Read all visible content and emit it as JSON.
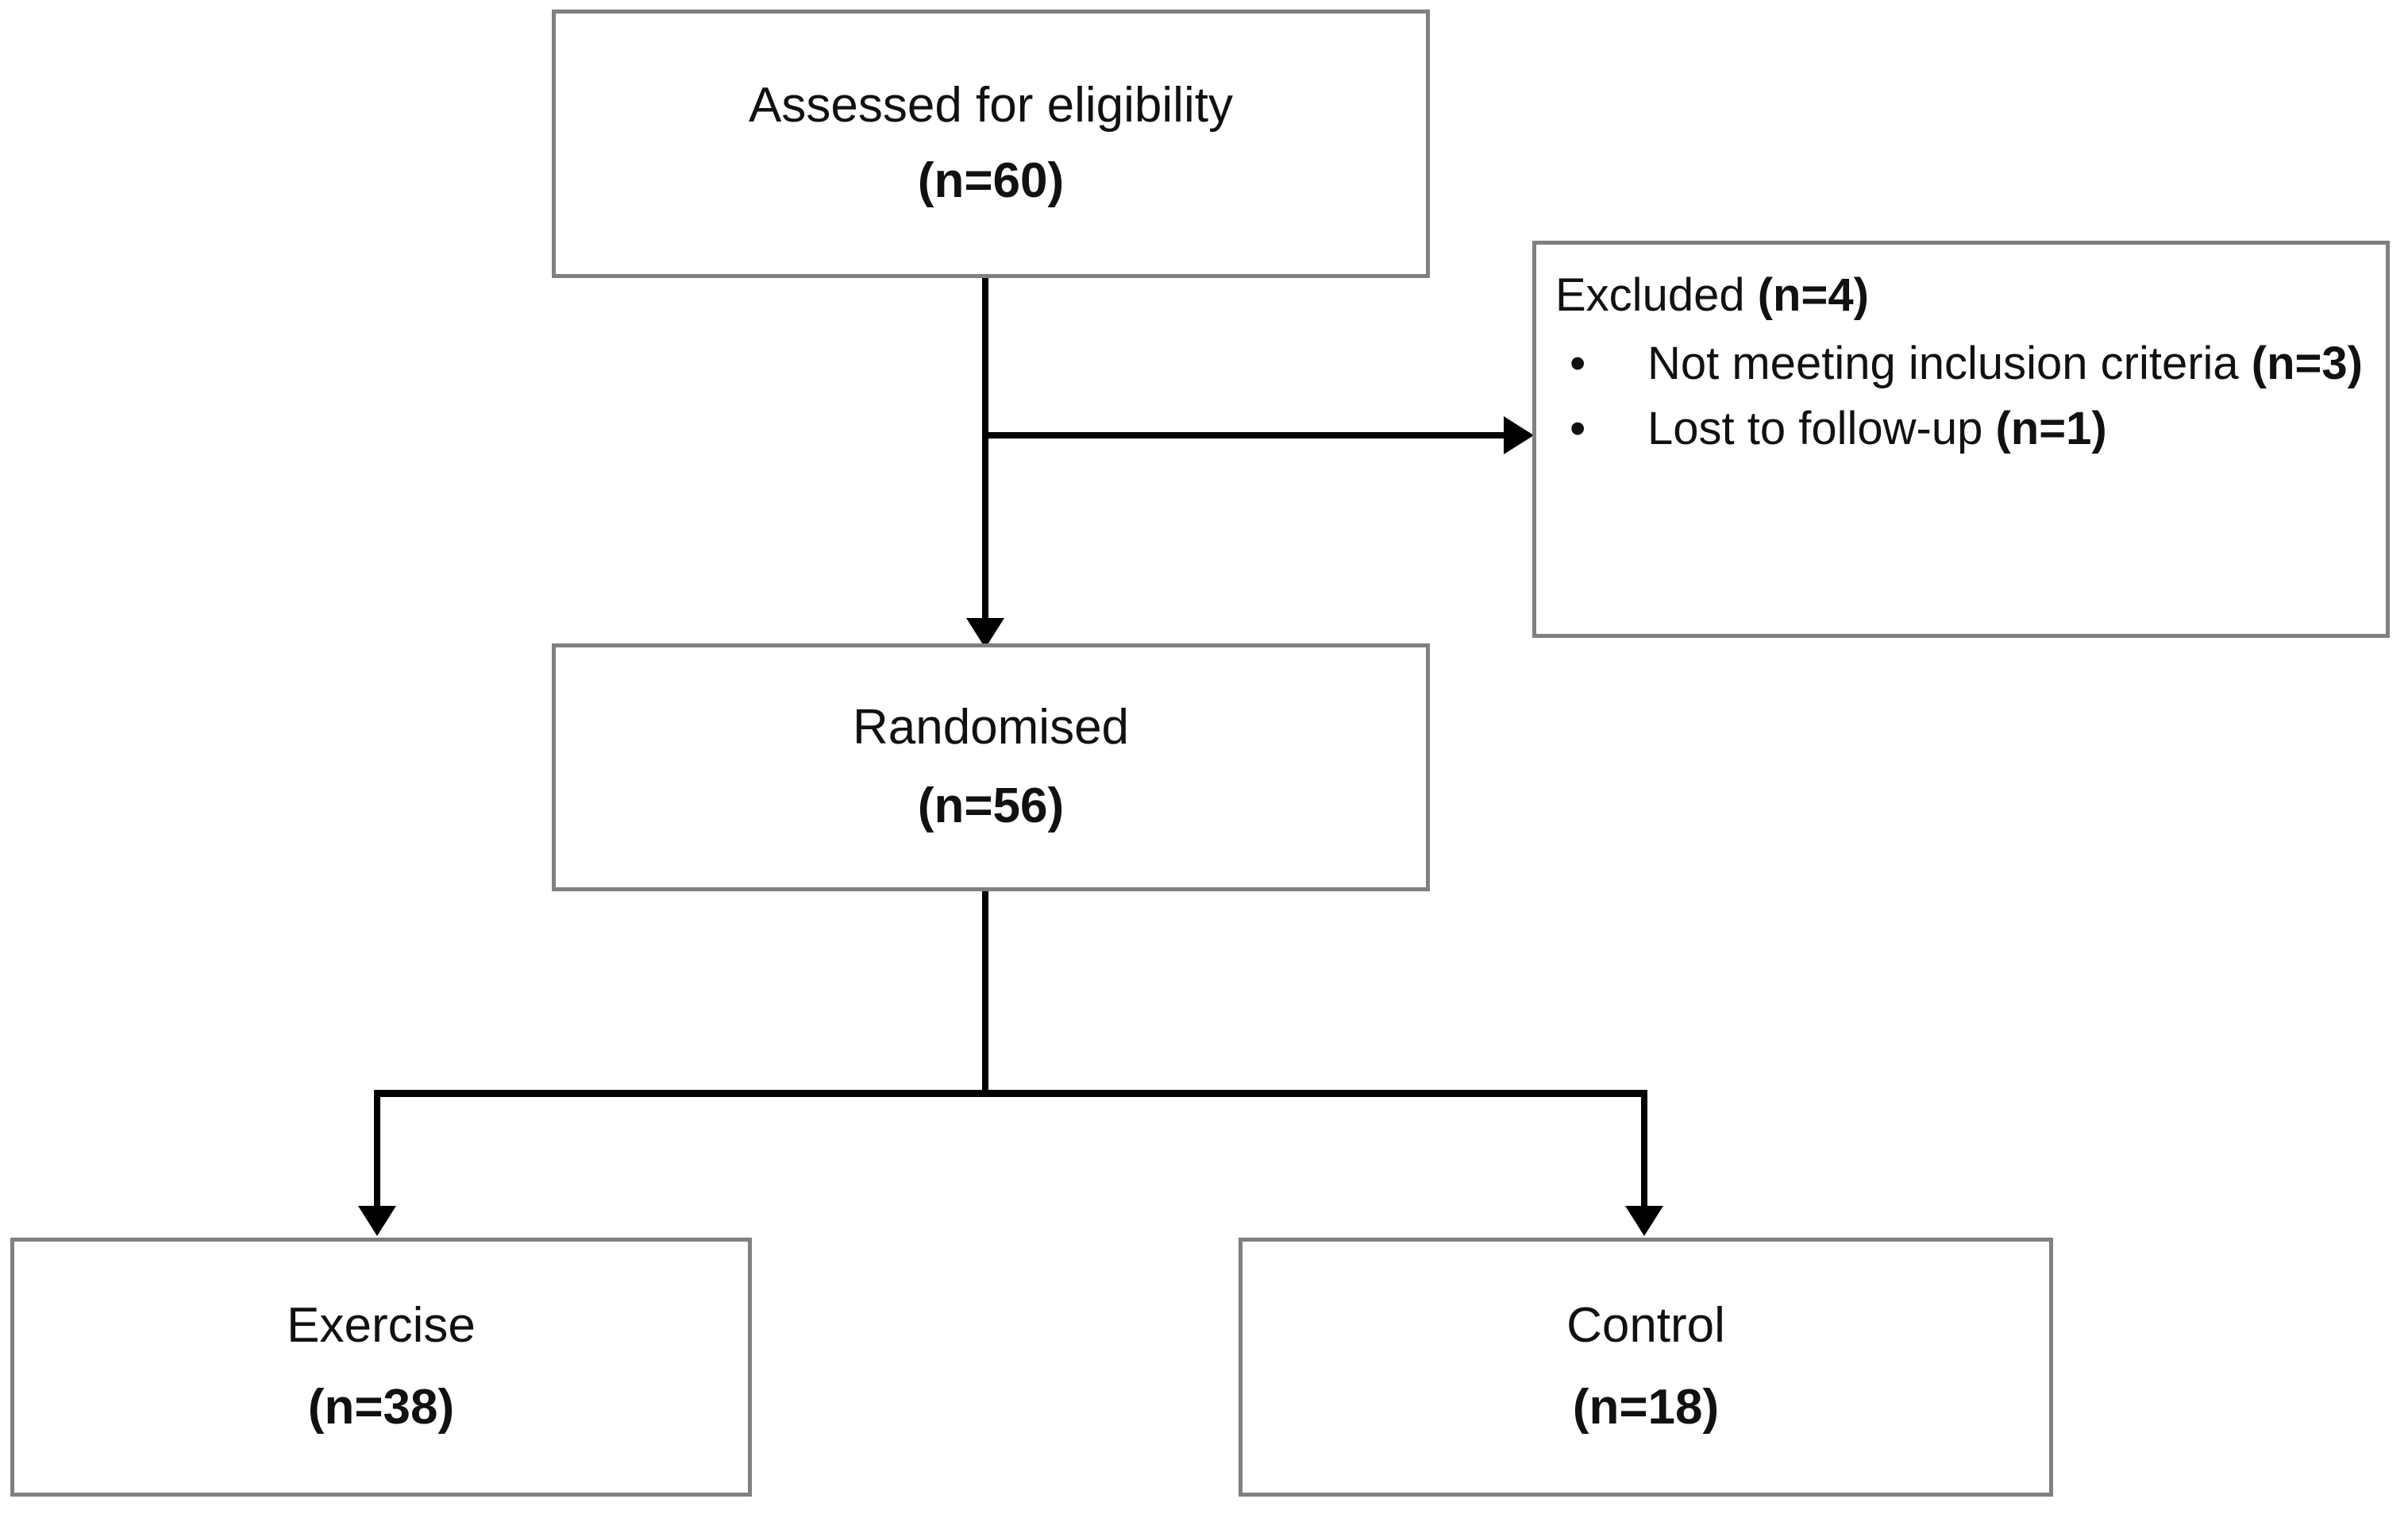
{
  "diagram": {
    "title": "CONSORT participant flow diagram",
    "type": "flowchart",
    "colors": {
      "box_border": "#808080",
      "connector": "#000000",
      "background": "#ffffff",
      "text": "#111111"
    },
    "nodes": {
      "assessed": {
        "label": "Assessed for eligibility",
        "count": "(n=60)",
        "n": 60
      },
      "excluded": {
        "heading_text": "Excluded ",
        "heading_count": "(n=4)",
        "n": 4,
        "bullet_glyph": "•",
        "items": [
          {
            "text": "Not meeting inclusion criteria ",
            "count": "(n=3)",
            "n": 3
          },
          {
            "text": "Lost to follow-up ",
            "count": "(n=1)",
            "n": 1
          }
        ]
      },
      "randomised": {
        "label": "Randomised",
        "count": "(n=56)",
        "n": 56
      },
      "exercise": {
        "label": "Exercise",
        "count": "(n=38)",
        "n": 38
      },
      "control": {
        "label": "Control",
        "count": "(n=18)",
        "n": 18
      }
    },
    "connectors": [
      {
        "name": "assessed-to-randomised",
        "from": "assessed",
        "to": "randomised",
        "arrow": "down"
      },
      {
        "name": "assessed-to-excluded",
        "from": "assessed",
        "to": "excluded",
        "arrow": "right"
      },
      {
        "name": "randomised-to-exercise",
        "from": "randomised",
        "to": "exercise",
        "arrow": "down"
      },
      {
        "name": "randomised-to-control",
        "from": "randomised",
        "to": "control",
        "arrow": "down"
      }
    ]
  }
}
